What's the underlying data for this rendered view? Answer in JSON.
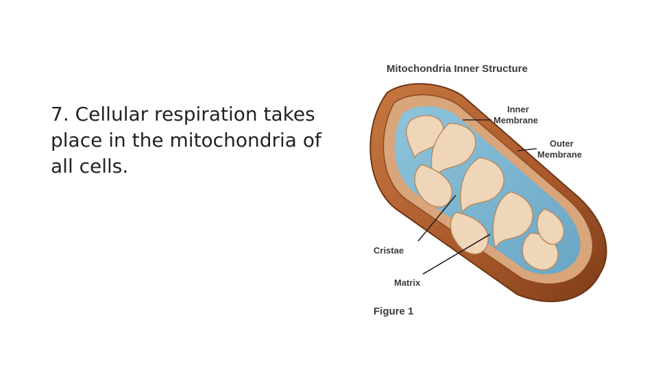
{
  "slide": {
    "statement": "7. Cellular respiration takes place in the mitochondria of all cells."
  },
  "figure": {
    "title": "Mitochondria Inner Structure",
    "labels": {
      "inner_membrane_line1": "Inner",
      "inner_membrane_line2": "Membrane",
      "outer_membrane_line1": "Outer",
      "outer_membrane_line2": "Membrane",
      "cristae": "Cristae",
      "matrix": "Matrix"
    },
    "caption": "Figure 1"
  },
  "colors": {
    "outer_membrane": "#a8582a",
    "inner_membrane": "#e8c9a6",
    "matrix": "#7fb6d1",
    "text": "#222222"
  }
}
